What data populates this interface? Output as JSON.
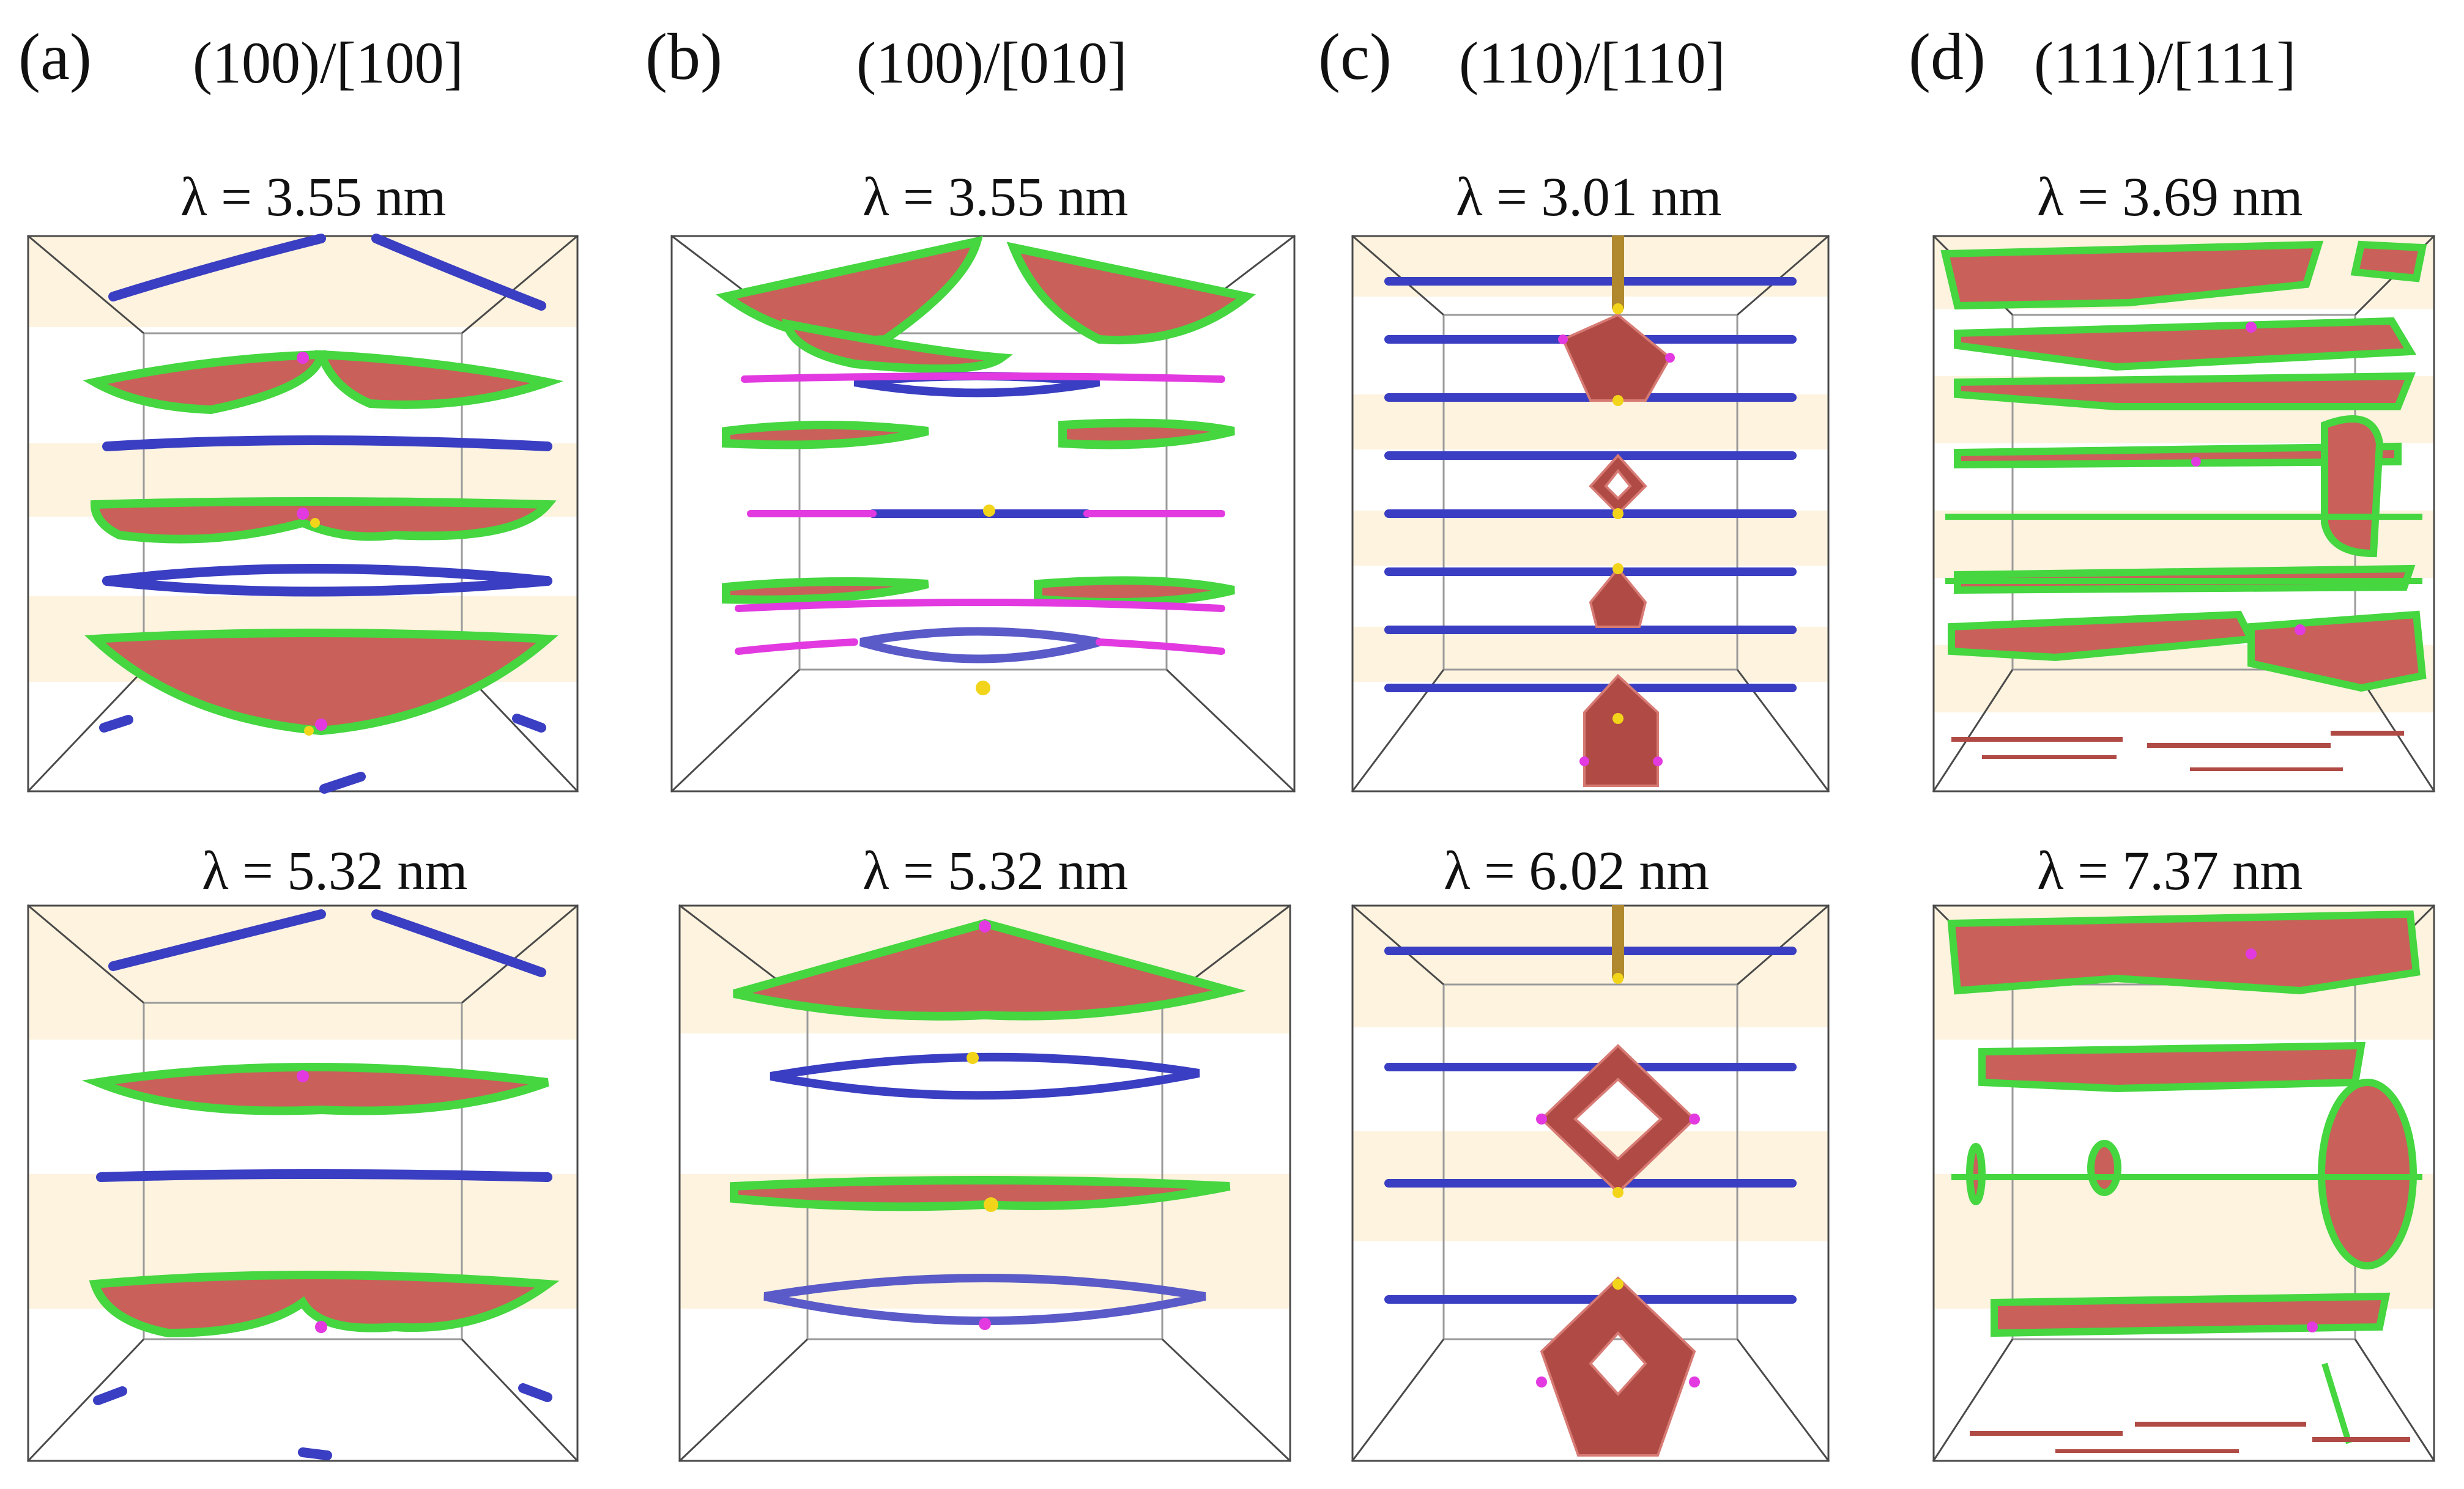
{
  "columns": [
    {
      "label": "(a)",
      "orientation": "(100)/[100]",
      "lambda_top": "λ = 3.55 nm",
      "lambda_bottom": "λ = 5.32 nm"
    },
    {
      "label": "(b)",
      "orientation": "(100)/[010]",
      "lambda_top": "λ = 3.55 nm",
      "lambda_bottom": "λ = 5.32 nm"
    },
    {
      "label": "(c)",
      "orientation": "(110)/[110]",
      "lambda_top": "λ = 3.01 nm",
      "lambda_bottom": "λ = 6.02 nm"
    },
    {
      "label": "(d)",
      "orientation": "(111)/[111]",
      "lambda_top": "λ = 3.69 nm",
      "lambda_bottom": "λ = 7.37 nm"
    }
  ],
  "colors": {
    "band": "#fdf3de",
    "dislocation_blue": "#3a3ec2",
    "partial_green": "#45d640",
    "stacking_fault": "#c9605a",
    "magenta": "#e23ae0",
    "yellow": "#f2d51a",
    "box_edge": "#4a4a4a"
  }
}
